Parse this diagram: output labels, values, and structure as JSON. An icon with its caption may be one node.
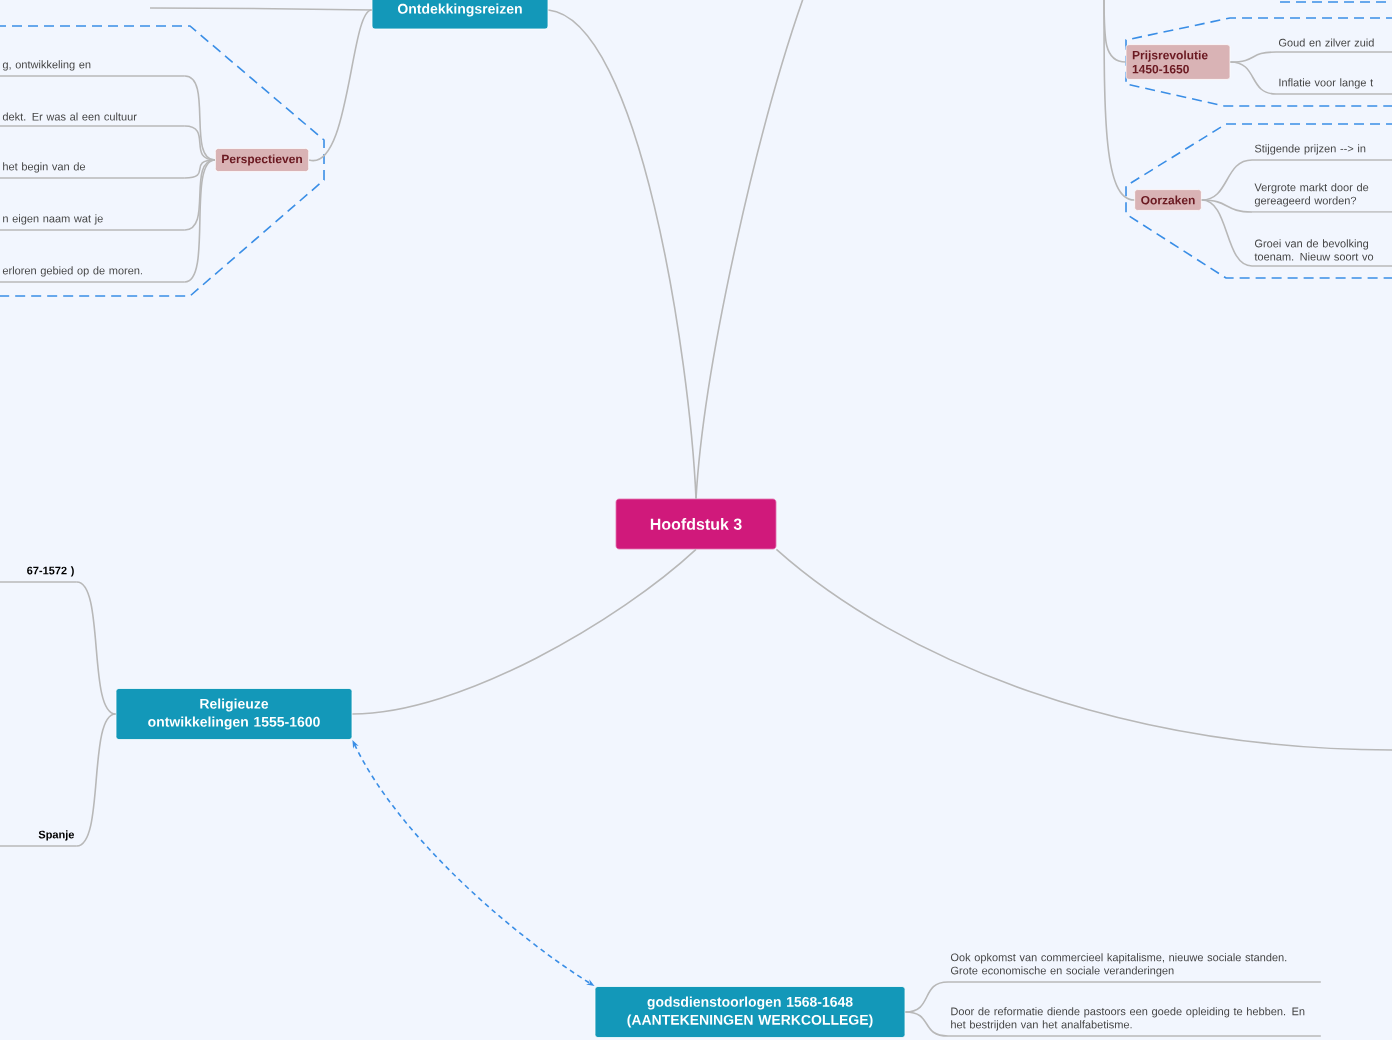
{
  "diagram": {
    "nodes": [
      {
        "text": [
          "Hoofdstuk 3"
        ]
      },
      {
        "text": [
          "Ontdekkingsreizen"
        ]
      },
      {
        "text": [
          "Perspectieven"
        ]
      },
      {
        "text": [
          "g, ontwikkeling en"
        ]
      },
      {
        "text": [
          "dekt. Er was al een cultuur"
        ]
      },
      {
        "text": [
          "het begin van de"
        ]
      },
      {
        "text": [
          "n eigen naam wat je"
        ]
      },
      {
        "text": [
          "erloren gebied op de moren."
        ]
      },
      {
        "text": [
          "Prijsrevolutie 1450-1650"
        ]
      },
      {
        "text": [
          "Goud en zilver zuid"
        ]
      },
      {
        "text": [
          "Inflatie voor lange t"
        ]
      },
      {
        "text": [
          "Oorzaken"
        ]
      },
      {
        "text": [
          "Stijgende prijzen --> in"
        ]
      },
      {
        "text": [
          "Vergrote markt door de gereageerd worden?"
        ]
      },
      {
        "text": [
          "Groei van de bevolking toenam. Nieuw soort vo"
        ]
      },
      {
        "text": [
          "Religieuze ontwikkelingen 1555-1600"
        ]
      },
      {
        "text": [
          "67-1572 )"
        ]
      },
      {
        "text": [
          "Spanje"
        ]
      },
      {
        "text": [
          "godsdienstoorlogen 1568-1648 (AANTEKENINGEN WERKCOLLEGE)"
        ]
      },
      {
        "text": [
          "Ook opkomst van commercieel kapitalisme, nieuwe sociale standen. Grote economische en sociale veranderingen"
        ]
      },
      {
        "text": [
          "Door de reformatie diende pastoors een goede opleiding te hebben. En het bestrijden van het analfabetisme."
        ]
      }
    ],
    "edges": [
      {
        "from": 0,
        "to": 1,
        "arrow": "none"
      },
      {
        "from": 0,
        "to": null,
        "arrow": "none"
      },
      {
        "from": 0,
        "to": 15,
        "arrow": "none"
      },
      {
        "from": 0,
        "to": null,
        "arrow": "none"
      },
      {
        "from": 1,
        "to": 2,
        "arrow": "none"
      },
      {
        "from": 1,
        "to": null,
        "arrow": "none"
      },
      {
        "from": 2,
        "to": 3,
        "arrow": "none"
      },
      {
        "from": 2,
        "to": 4,
        "arrow": "none"
      },
      {
        "from": 2,
        "to": 5,
        "arrow": "none"
      },
      {
        "from": 2,
        "to": 6,
        "arrow": "none"
      },
      {
        "from": 2,
        "to": 7,
        "arrow": "none"
      },
      {
        "from": null,
        "to": 8,
        "arrow": "none"
      },
      {
        "from": null,
        "to": 11,
        "arrow": "none"
      },
      {
        "from": 8,
        "to": 9,
        "arrow": "none"
      },
      {
        "from": 8,
        "to": 10,
        "arrow": "none"
      },
      {
        "from": 11,
        "to": 12,
        "arrow": "none"
      },
      {
        "from": 11,
        "to": 13,
        "arrow": "none"
      },
      {
        "from": 11,
        "to": 14,
        "arrow": "none"
      },
      {
        "from": 15,
        "to": 16,
        "arrow": "none"
      },
      {
        "from": 15,
        "to": 17,
        "arrow": "none"
      },
      {
        "from": 18,
        "to": 19,
        "arrow": "none"
      },
      {
        "from": 18,
        "to": 20,
        "arrow": "none"
      },
      {
        "from": 15,
        "to": 18,
        "arrow": "both",
        "style": "dashed",
        "color": "#3a8ee6"
      }
    ]
  }
}
